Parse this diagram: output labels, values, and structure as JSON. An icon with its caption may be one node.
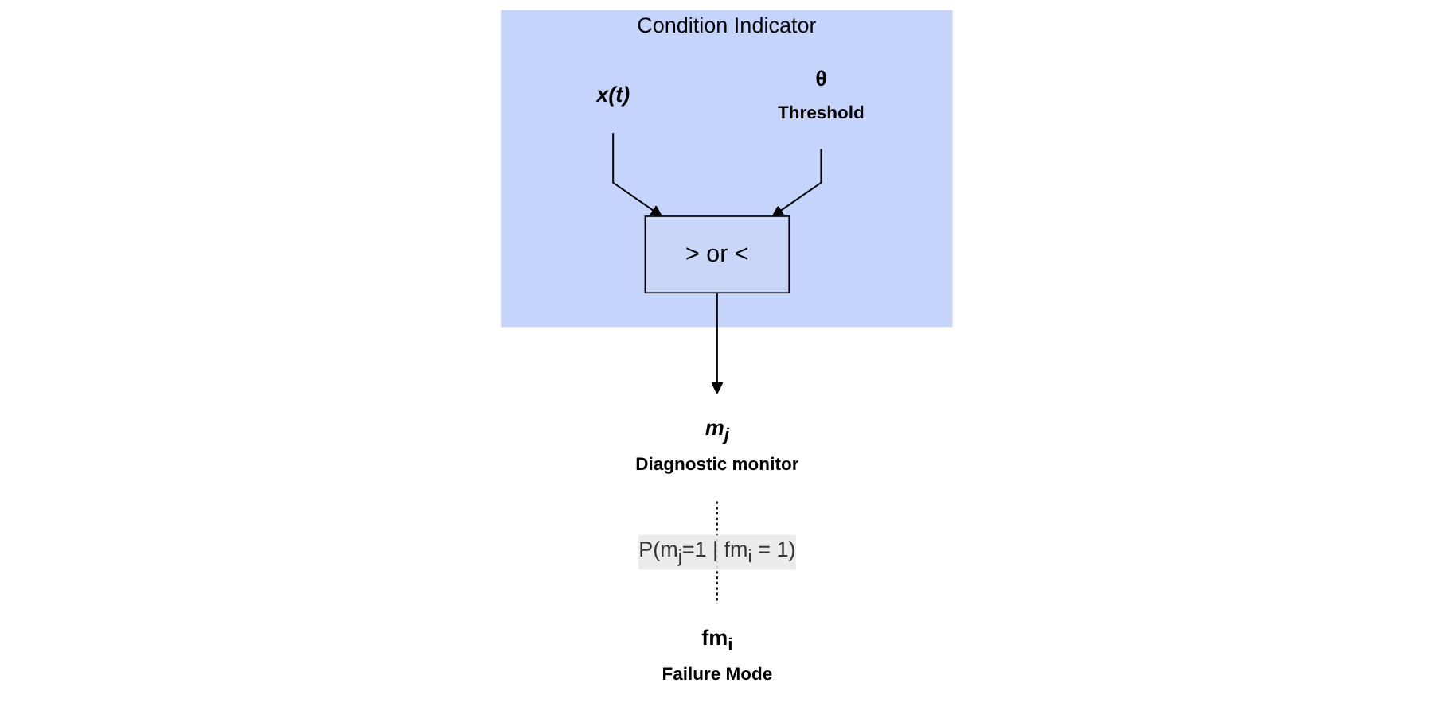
{
  "diagram": {
    "nodes": [
      {
        "text": [
          "Condition Indicator"
        ]
      },
      {
        "text": [
          "x(t)"
        ],
        "in": 0
      },
      {
        "text": [
          "θ"
        ],
        "beside": [
          "Threshold"
        ],
        "in": 0
      },
      {
        "text": [
          "> or <"
        ],
        "in": 0
      },
      {
        "text": [
          "m$_{j}$"
        ],
        "beside": [
          "Diagnostic monitor"
        ]
      },
      {
        "text": [
          "fm$_{i}$"
        ],
        "beside": [
          "Failure Mode"
        ]
      }
    ],
    "edges": [
      {
        "from": 1,
        "to": 3,
        "arrow": "to"
      },
      {
        "from": 2,
        "to": 3,
        "arrow": "to"
      },
      {
        "from": 3,
        "to": 4,
        "arrow": "to"
      },
      {
        "from": 4,
        "to": 5,
        "arrow": "none",
        "style": "dashed",
        "label": "P(m$_{j}$=1 | fm$_{i}$ = 1)"
      }
    ]
  }
}
